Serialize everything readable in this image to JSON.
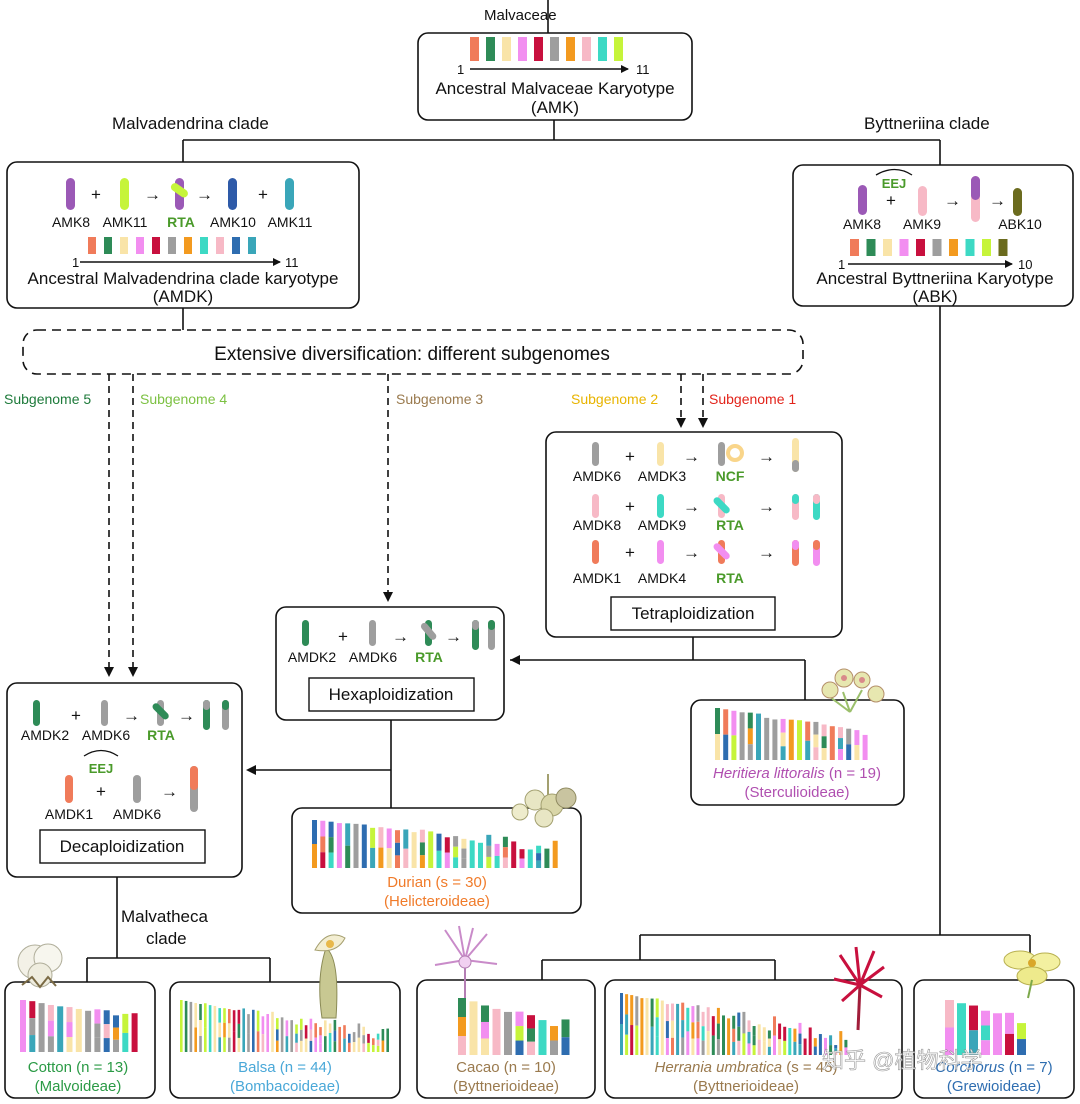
{
  "root_label": "Malvaceae",
  "amk": {
    "title": "Ancestral Malvaceae Karyotype",
    "abbr": "(AMK)",
    "axis_start": "1",
    "axis_end": "11",
    "colors": [
      "#f07b5a",
      "#2e8b57",
      "#f9e4a8",
      "#f28ef0",
      "#c8103e",
      "#9e9e9e",
      "#f39a1f",
      "#f7b9c6",
      "#3dd9c4",
      "#c6f43a"
    ]
  },
  "clades": {
    "malvadendrina": "Malvadendrina clade",
    "byttneriina": "Byttneriina clade",
    "malvatheca_1": "Malvatheca",
    "malvatheca_2": "clade"
  },
  "amdk": {
    "labels": [
      "AMK8",
      "AMK11",
      "RTA",
      "AMK10",
      "AMK11"
    ],
    "plus": "+",
    "arrow": "→",
    "axis_start": "1",
    "axis_end": "11",
    "title": "Ancestral Malvadendrina clade karyotype",
    "abbr": "(AMDK)",
    "colors": [
      "#f07b5a",
      "#2e8b57",
      "#f9e4a8",
      "#f28ef0",
      "#c8103e",
      "#9e9e9e",
      "#f39a1f",
      "#3dd9c4",
      "#f7b9c6",
      "#2e6db0",
      "#3aa6b9"
    ]
  },
  "abk": {
    "eej": "EEJ",
    "labels": [
      "AMK8",
      "AMK9",
      "ABK10"
    ],
    "axis_start": "1",
    "axis_end": "10",
    "title": "Ancestral Byttneriina Karyotype",
    "abbr": "(ABK)",
    "colors": [
      "#f07b5a",
      "#2e8b57",
      "#f9e4a8",
      "#f28ef0",
      "#c8103e",
      "#9e9e9e",
      "#f39a1f",
      "#3dd9c4",
      "#c6f43a",
      "#6b6b1e"
    ]
  },
  "diversification": "Extensive diversification: different subgenomes",
  "subgenomes": {
    "s5": "Subgenome 5",
    "s4": "Subgenome 4",
    "s3": "Subgenome 3",
    "s2": "Subgenome 2",
    "s1": "Subgenome 1"
  },
  "subgenome_colors": {
    "s5": "#1d7a3a",
    "s4": "#7cc142",
    "s3": "#9a7a4e",
    "s2": "#f1c40f",
    "s1": "#e2231a"
  },
  "tetraploid": {
    "rows": [
      {
        "a": "AMDK6",
        "b": "AMDK3",
        "event": "NCF"
      },
      {
        "a": "AMDK8",
        "b": "AMDK9",
        "event": "RTA"
      },
      {
        "a": "AMDK1",
        "b": "AMDK4",
        "event": "RTA"
      }
    ],
    "title": "Tetraploidization"
  },
  "hexaploid": {
    "a": "AMDK2",
    "b": "AMDK6",
    "event": "RTA",
    "title": "Hexaploidization"
  },
  "decaploid": {
    "row1": {
      "a": "AMDK2",
      "b": "AMDK6",
      "event": "RTA"
    },
    "eej": "EEJ",
    "row2": {
      "a": "AMDK1",
      "b": "AMDK6"
    },
    "title": "Decaploidization"
  },
  "species": {
    "heritiera": {
      "name": "Heritiera littoralis",
      "count": "(n = 19)",
      "sub": "(Sterculioideae)"
    },
    "durian": {
      "name": "Durian (s = 30)",
      "sub": "(Helicteroideae)"
    },
    "cotton": {
      "name": "Cotton",
      "count": "(n = 13)",
      "sub": "(Malvoideae)"
    },
    "balsa": {
      "name": "Balsa",
      "count": "(n = 44)",
      "sub": "(Bombacoideae)"
    },
    "cacao": {
      "name": "Cacao",
      "count": "(n = 10)",
      "sub": "(Byttnerioideae)"
    },
    "herrania": {
      "name": "Herrania umbratica",
      "count": "(s = 45)",
      "sub": "(Byttnerioideae)"
    },
    "corchorus": {
      "name": "Corchorus",
      "count": "(n = 7)",
      "sub": "(Grewioideae)"
    }
  },
  "watermark": "知乎 @植物科学"
}
